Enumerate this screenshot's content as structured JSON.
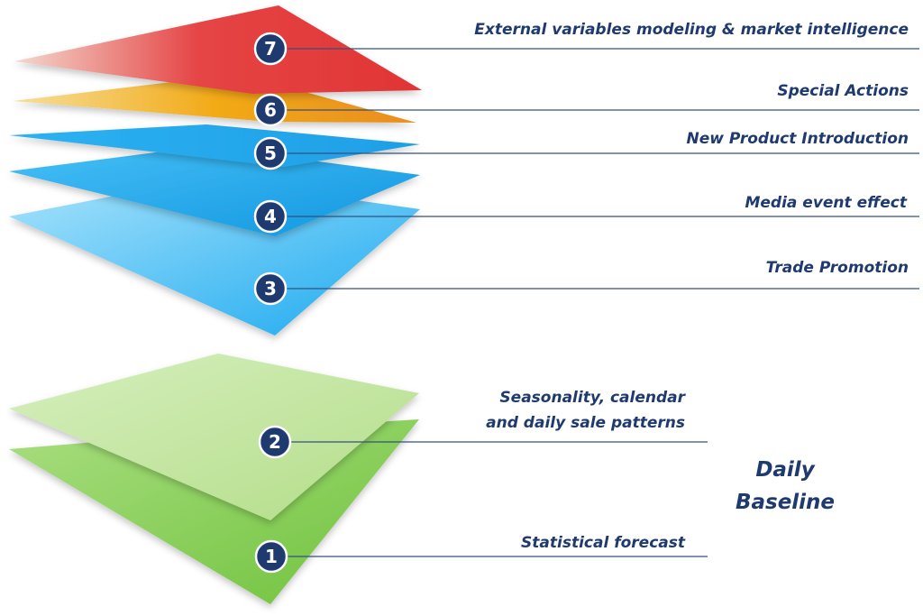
{
  "layers": [
    {
      "number": "1",
      "label": "Statistical  forecast"
    },
    {
      "number": "2",
      "label_line1": "Seasonality, calendar",
      "label_line2": "and daily sale patterns"
    },
    {
      "number": "3",
      "label": "Trade Promotion"
    },
    {
      "number": "4",
      "label": "Media event effect"
    },
    {
      "number": "5",
      "label": "New Product Introduction"
    },
    {
      "number": "6",
      "label": "Special Actions"
    },
    {
      "number": "7",
      "label": "External variables modeling & market intelligence"
    }
  ],
  "baseline": {
    "line1": "Daily",
    "line2": "Baseline"
  },
  "colors": {
    "text": "#1f3a6e",
    "badge": "#1f3a6e",
    "connector": "#34507e",
    "green": "#7ccd4a",
    "light_green": "#c4e6a0",
    "blue": "#26aef0",
    "light_blue": "#7fd3fa",
    "orange": "#f2a516",
    "red": "#e23a3a"
  }
}
